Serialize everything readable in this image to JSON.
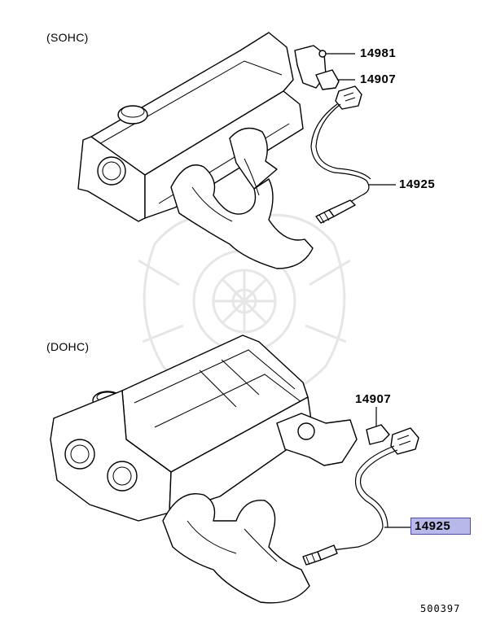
{
  "sections": [
    {
      "label": "(SOHC)",
      "parts": [
        "14981",
        "14907",
        "14925"
      ]
    },
    {
      "label": "(DOHC)",
      "parts": [
        "14907",
        "14925"
      ],
      "highlighted_part": "14925"
    }
  ],
  "diagram_code": "500397",
  "colors": {
    "highlight_fill": "#b8b8ea",
    "highlight_border": "#4f4f9a"
  }
}
